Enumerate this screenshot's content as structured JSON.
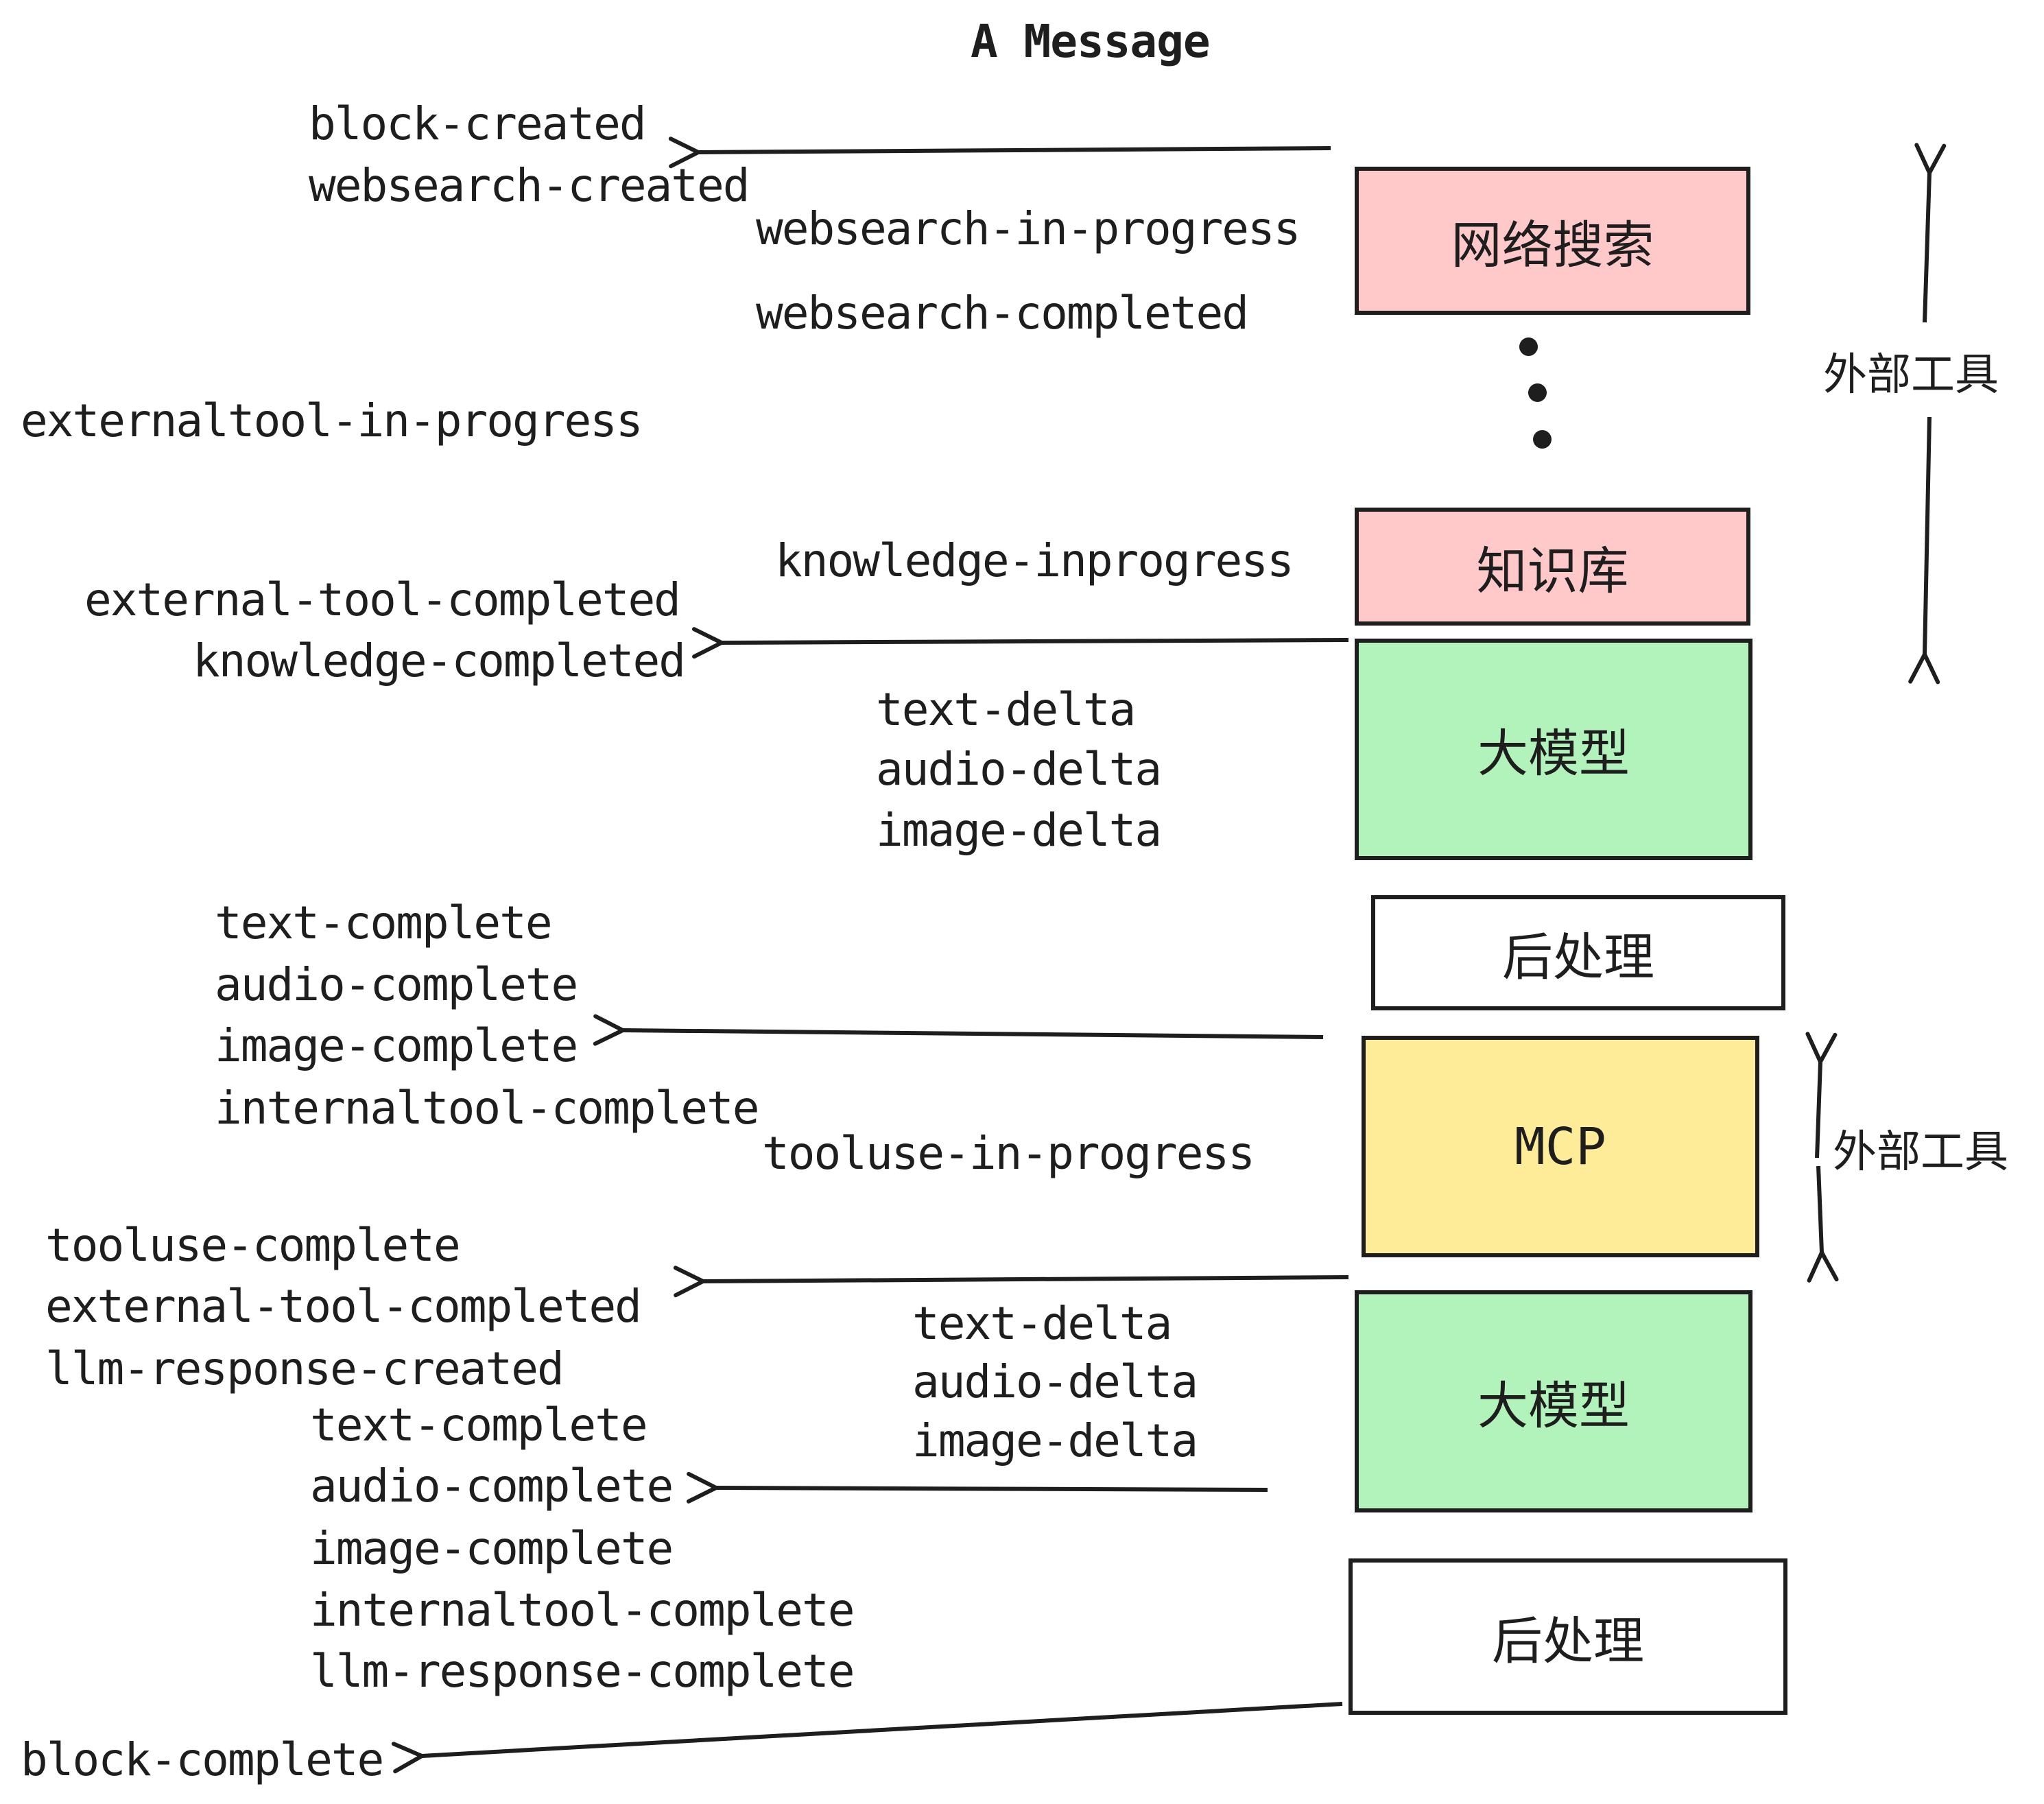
{
  "title": "A Message",
  "colors": {
    "ink": "#1e1e1e",
    "pink": "#ffc9c9",
    "green": "#b2f2bb",
    "yellow": "#ffec99",
    "paper": "#ffffff"
  },
  "boxes": {
    "websearch": "网络搜索",
    "knowledge": "知识库",
    "llm1": "大模型",
    "post1": "后处理",
    "mcp": "MCP",
    "llm2": "大模型",
    "post2": "后处理"
  },
  "side_labels": {
    "external_tools_top": "外部工具",
    "external_tools_mid": "外部工具"
  },
  "events": {
    "block_created": "block-created",
    "websearch_created": "websearch-created",
    "websearch_in_progress": "websearch-in-progress",
    "websearch_completed": "websearch-completed",
    "externaltool_in_progress": "externaltool-in-progress",
    "knowledge_inprogress": "knowledge-inprogress",
    "external_tool_completed": "external-tool-completed",
    "knowledge_completed": "knowledge-completed",
    "text_delta": "text-delta",
    "audio_delta": "audio-delta",
    "image_delta": "image-delta",
    "text_complete": "text-complete",
    "audio_complete": "audio-complete",
    "image_complete": "image-complete",
    "internaltool_complete": "internaltool-complete",
    "tooluse_in_progress": "tooluse-in-progress",
    "tooluse_complete": "tooluse-complete",
    "llm_response_created": "llm-response-created",
    "llm_response_complete": "llm-response-complete",
    "block_complete": "block-complete"
  }
}
